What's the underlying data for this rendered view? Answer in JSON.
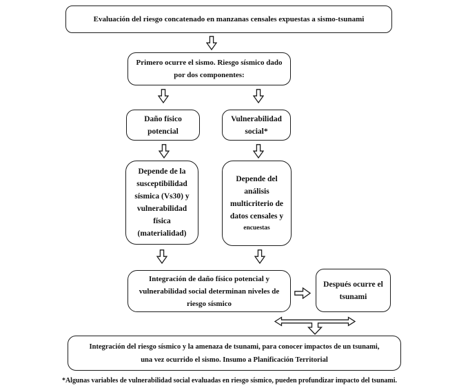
{
  "figure": {
    "boxes": {
      "title": "Evaluación del riesgo concatenado en manzanas censales expuestas a sismo-tsunami",
      "seismic_intro": [
        "Primero ocurre el sismo. Riesgo sísmico dado",
        "por dos componentes:"
      ],
      "physical_damage": [
        "Daño físico",
        "potencial"
      ],
      "social_vulnerability": [
        "Vulnerabilidad",
        "social*"
      ],
      "physical_damage_detail": [
        "Depende de la",
        "susceptibilidad",
        "sísmica (Vs30) y",
        "vulnerabilidad",
        "física",
        "(materialidad)"
      ],
      "social_vulnerability_detail": [
        "Depende del",
        "análisis",
        "multicriterio de",
        "datos censales y"
      ],
      "social_vulnerability_detail_small": "encuestas",
      "integration": [
        "Integración de daño físico potencial y",
        "vulnerabilidad social determinan niveles de",
        "riesgo sísmico"
      ],
      "tsunami": [
        "Después ocurre el",
        "tsunami"
      ],
      "final_integration": [
        "Integración del riesgo sísmico y la amenaza de tsunami, para conocer impactos de un tsunami,",
        "una vez ocurrido el sismo. Insumo a Planificación Territorial"
      ]
    },
    "footnote": "*Algunas variables de vulnerabilidad social evaluadas en riesgo sísmico, pueden profundizar impacto del tsunami.",
    "icons": {
      "down_arrow": "⇩",
      "right_arrow": "⇨",
      "double_horizontal_arrow": "⇔"
    },
    "colors": {
      "stroke": "#1b1b1b",
      "background": "#ffffff",
      "text": "#111111"
    }
  }
}
